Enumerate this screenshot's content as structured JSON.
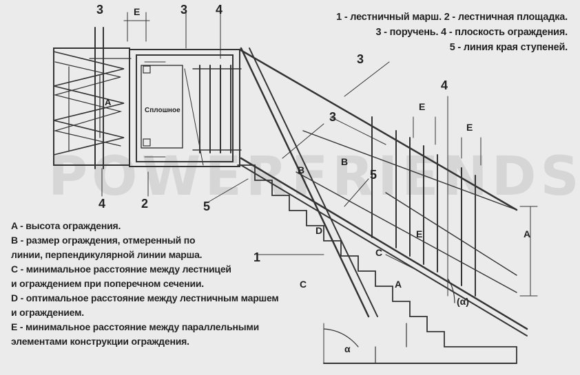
{
  "legend_top": [
    "1 - лестничный марш. 2 - лестничная площадка.",
    "3 - поручень. 4 - плоскость ограждения.",
    "5 - линия края ступеней."
  ],
  "legend_bottom": [
    "A - высота ограждения.",
    "B - размер ограждения, отмеренный по",
    "линии, перпендикулярной линии марша.",
    "C - минимальное расстояние между лестницей",
    "и ограждением при поперечном сечении.",
    "D - оптимальное расстояние между лестничным маршем",
    "и ограждением.",
    "E - минимальное расстояние между параллельными",
    "элементами конструкции ограждения."
  ],
  "watermark": "POWERFRIENDS.RU",
  "labels": {
    "n1": "1",
    "n2": "2",
    "n3": "3",
    "n4": "4",
    "n5": "5",
    "A": "A",
    "B": "B",
    "C": "C",
    "D": "D",
    "E": "E",
    "solid": "Сплошное",
    "alpha": "α",
    "alpha_paren": "(α)"
  }
}
